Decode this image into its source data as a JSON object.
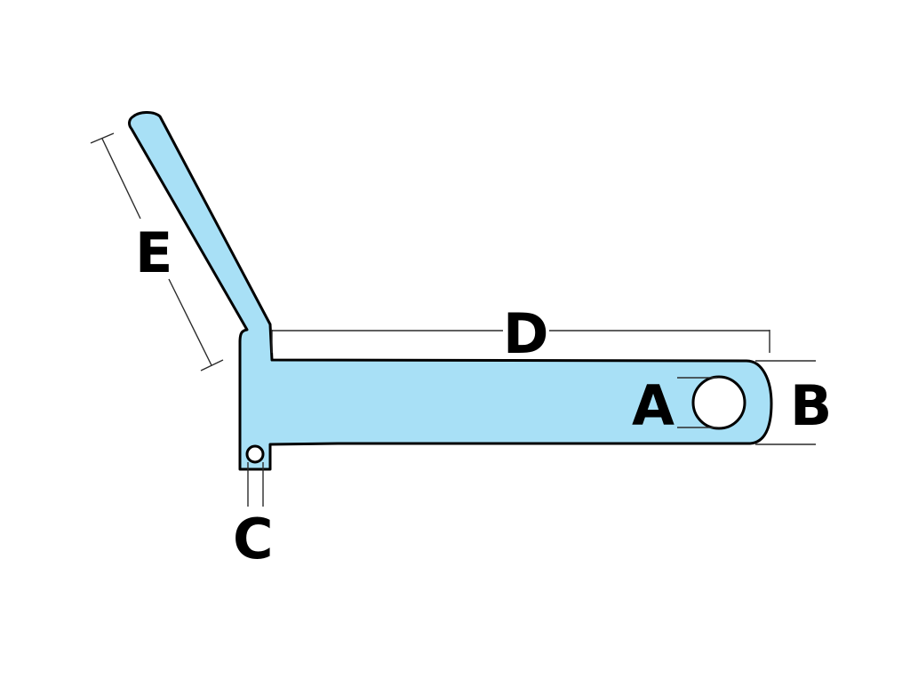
{
  "diagram": {
    "labels": {
      "a": "A",
      "b": "B",
      "c": "C",
      "d": "D",
      "e": "E"
    },
    "colors": {
      "part_fill": "#a8e0f6",
      "outline": "#000000",
      "dimension_lines": "#2b2b2b",
      "labels": "#000000",
      "background": "#ffffff"
    }
  }
}
